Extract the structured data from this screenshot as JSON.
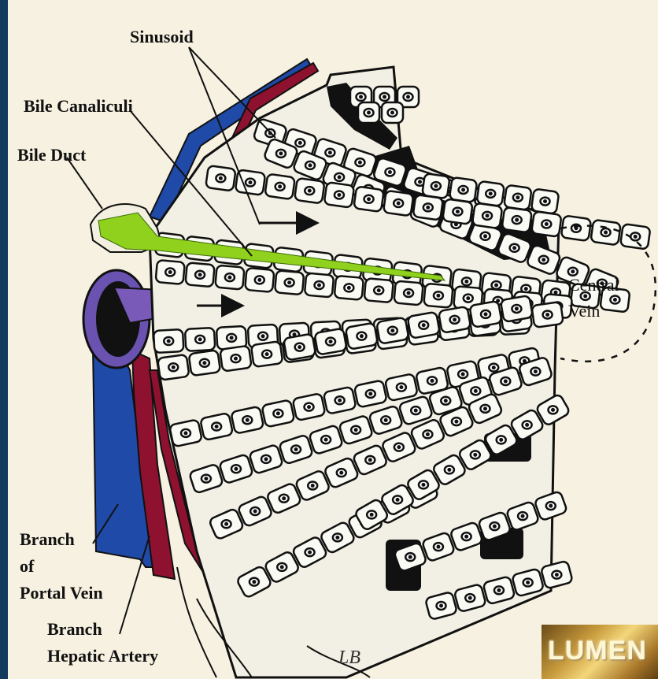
{
  "labels": {
    "sinusoid": "Sinusoid",
    "bile_canaliculi": "Bile Canaliculi",
    "bile_duct": "Bile Duct",
    "central_vein_1": "Central",
    "central_vein_2": "Vein",
    "portal_vein_1": "Branch",
    "portal_vein_2": "of",
    "portal_vein_3": "Portal Vein",
    "hepatic_artery_1": "Branch",
    "hepatic_artery_2": "Hepatic Artery"
  },
  "signature": "LB",
  "logo": "LUMEN",
  "colors": {
    "portal_vein": "#1f4aa8",
    "hepatic_artery": "#8e1230",
    "bile_duct": "#8fd11c",
    "inflow": "#7a5ab8",
    "background": "#f6f1e0",
    "frame": "#123a5e"
  }
}
